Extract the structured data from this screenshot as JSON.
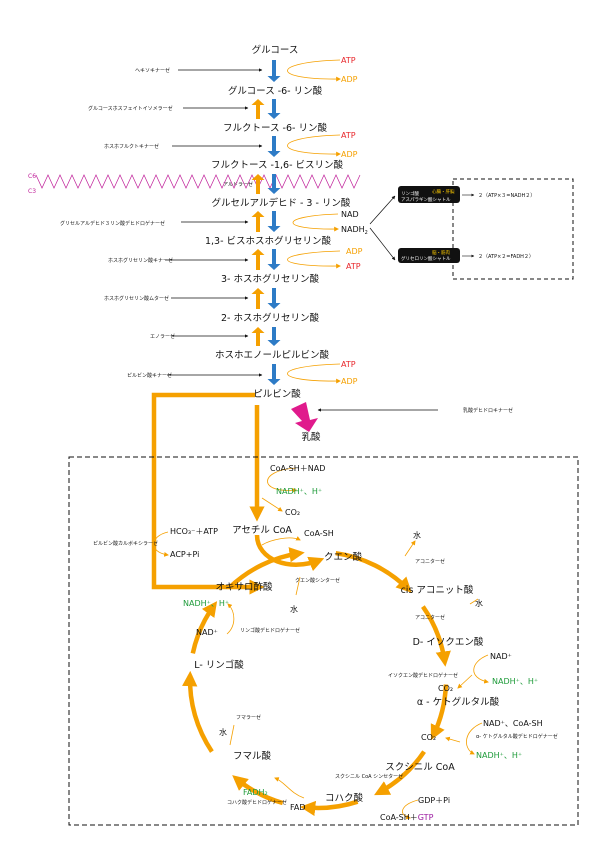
{
  "colors": {
    "orange": "#f5a000",
    "blue": "#2d7bc6",
    "red": "#e8262b",
    "green": "#1e9b3a",
    "purple": "#9b1aa0",
    "magenta": "#e01a8c",
    "pinkline": "#c0219a"
  },
  "glycolysis": {
    "glucose": "グルコース",
    "g6p": "グルコース -6- リン酸",
    "f6p": "フルクトース -6- リン酸",
    "f16bp": "フルクトース -1,6- ビスリン酸",
    "gap": "グルセルアルデヒド - 3 - リン酸",
    "bpg": "1,3- ビスホスホグリセリン酸",
    "pg3": "3- ホスホグリセリン酸",
    "pg2": "2- ホスホグリセリン酸",
    "pep": "ホスホエノールピルビン酸",
    "pyruvate": "ピルビン酸",
    "lactate": "乳酸"
  },
  "enzymes": {
    "hexokinase": "ヘキソキナーゼ",
    "gpi": "グルコースホスフェイトイソメラーゼ",
    "pfk": "ホスホフルクトキナーゼ",
    "aldolase": "アルドラーゼ",
    "gapdh": "グリセルアルデヒド３リン酸デヒドロゲナーゼ",
    "pgk": "ホスホグリセリン酸キナーゼ",
    "pgm": "ホスホグリセリン酸ムターゼ",
    "enolase": "エノラーゼ",
    "pk": "ピルビン酸キナーゼ",
    "ldh": "乳酸デヒドロキナーゼ",
    "pc": "ピルビン酸カルボキシラーゼ",
    "cs": "クエン酸シンターゼ",
    "aconitase1": "アコニターゼ",
    "aconitase2": "アコニターゼ",
    "idh": "イソクエン酸デヒドロゲナーゼ",
    "kgdh": "α- ケトグルタル酸デヒドロゲナーゼ",
    "scs": "スクシニル CoA シンセターゼ",
    "sdh": "コハク酸デヒドロゲナーゼ",
    "fumarase": "フマラーゼ",
    "mdh": "リンゴ酸デヒドロゲナーゼ"
  },
  "cofactors": {
    "atp1": "ATP",
    "adp1": "ADP",
    "atp2": "ATP",
    "adp2": "ADP",
    "nad": "NAD",
    "nadh": "NADH",
    "adp3": "ADP",
    "atp3": "ATP",
    "atp4": "ATP",
    "adp4": "ADP",
    "c6": "C6",
    "c3": "C3"
  },
  "shuttles": {
    "top_title": "心臓・肝臓",
    "top_line1": "リンゴ酸",
    "top_line2": "アスパラギン酸シャトル",
    "top_result": "２（ATP×３=NADH２）",
    "bottom_title": "脳・筋肉",
    "bottom_line1": "グリセロリン酸シャトル",
    "bottom_result": "２（ATP×２=FADH２）"
  },
  "tca": {
    "coa_nad": "CoA-SH＋NAD",
    "nadh_h": "NADH⁺、H⁺",
    "co2": "CO₂",
    "acetyl": "アセチル CoA",
    "coash": "CoA-SH",
    "citrate": "クエン酸",
    "water1": "水",
    "cis_aconitate": "cis アコニット酸",
    "water2": "水",
    "isocitrate": "D- イソクエン酸",
    "nad_idh": "NAD⁺",
    "nadh_idh": "NADH⁺、H⁺",
    "co2_idh": "CO₂",
    "akg": "α - ケトグルタル酸",
    "nad_coa": "NAD⁺、CoA-SH",
    "co2_kg": "CO₂",
    "nadh_kg": "NADH⁺、H⁺",
    "succinyl": "スクシニル CoA",
    "gdp": "GDP＋Pi",
    "coa_gtp": "CoA-SH＋GTP",
    "succinate": "コハク酸",
    "fad": "FAD",
    "fadh2": "FADH₂",
    "fumarate": "フマル酸",
    "water3": "水",
    "malate": "L- リンゴ酸",
    "nad_mdh": "NAD⁺",
    "nadh_mdh": "NADH⁺、H⁺",
    "oxaloacetate": "オキサロ酢酸",
    "water4": "水",
    "hco3": "HCO₃⁻＋ATP",
    "acp": "ACP+Pi"
  }
}
